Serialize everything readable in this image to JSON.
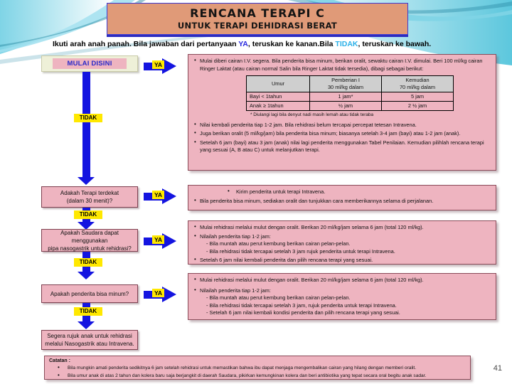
{
  "slide": {
    "title_line1": "RENCANA  TERAPI  C",
    "title_line2": "UNTUK TERAPI DEHIDRASI BERAT",
    "page_number": "41",
    "instruction_pre": "Ikuti arah anah panah. Bila jawaban dari pertanyaan ",
    "instruction_ya": "YA",
    "instruction_mid": ", teruskan ke kanan.Bila ",
    "instruction_tidak": "TIDAK",
    "instruction_post": ", teruskan ke bawah."
  },
  "colors": {
    "banner_bg": "#e09a78",
    "box_pink": "#eeb4c0",
    "arrow_blue": "#1414e0",
    "label_yellow": "#ffe800",
    "accent_ya": "#2a2ae0",
    "accent_tidak": "#2ab0e8",
    "swoosh_cyan": "#5fc8dc"
  },
  "flow": {
    "start_label": "MULAI DISINI",
    "decisions": [
      {
        "line1": "Adakah Terapi terdekat",
        "line2": "(dalam 30 menit)?"
      },
      {
        "line1": "Apakah Saudara dapat menggunakan",
        "line2": "pipa nasogastrik untuk rehidrasi?"
      },
      {
        "line1": "Apakah penderita bisa minum?",
        "line2": ""
      }
    ],
    "terminal": {
      "line1": "Segera rujuk anak untuk rehidrasi",
      "line2": "melalui Nasogastrik atau Intravena."
    },
    "yes_label": "YA",
    "no_label": "TIDAK"
  },
  "boxes": {
    "box1": {
      "intro": "Mulai diberi cairan I.V. segera. Bila penderita bisa minum, berikan oralit, sewaktu cairan I.V. dimulai. Beri 100 ml/kg cairan Ringer Laktat (atau cairan normal Salin bila Ringer Laktat  tidak tersedia), dibagi sebagai berikut:",
      "table": {
        "headers": [
          {
            "top": "Umur",
            "bottom": ""
          },
          {
            "top": "Pemberian I",
            "bottom": "30 ml/kg dalam"
          },
          {
            "top": "Kemudian",
            "bottom": "70 ml/kg dalam"
          }
        ],
        "rows": [
          [
            "Bayi  < 1tahun",
            "1  jam*",
            "5  jam"
          ],
          [
            "Anak  ≥ 1tahun",
            "½  jam",
            "2 ½ jam"
          ]
        ],
        "footnote": "*  Diulangi lagi bila denyut nadi masih lemah atau tidak teraba"
      },
      "bullets": [
        "Nilai kembali penderita tiap 1-2 jam. Bila rehidrasi belum tercapai percepat tetesan Intravena.",
        "Juga berikan oralit (5 ml/kg/jam) bila penderita bisa minum; biasanya setelah 3-4 jam (bayi) atau 1-2 jam (anak).",
        "Setelah 6 jam (bayi) atau 3 jam (anak) nilai lagi penderita menggunakan Tabel Penilaian. Kemudian pilihlah rencana terapi yang sesuai (A, B atau C) untuk melanjutkan  terapi."
      ]
    },
    "box2": {
      "bullets": [
        "Kirim penderita untuk terapi Intravena.",
        "Bila penderita bisa minum, sediakan oralit dan tunjukkan cara memberikannya selama di perjalanan."
      ]
    },
    "box3": {
      "bullets": [
        "Mulai rehidrasi melalui mulut dengan oralit. Berikan 20 ml/kg/jam selama 6 jam (total 120 ml/kg).",
        "Nilailah penderita tiap 1-2 jam:"
      ],
      "sub": [
        "- Bila muntah atau perut kembung berikan cairan pelan-pelan.",
        "- Bila rehidrasi tidak tercapai setelah 3 jam rujuk penderita untuk terapi Intravena."
      ],
      "last": "Setelah 6 jam nilai kembali penderita dan pilih rencana terapi yang sesuai."
    },
    "box4": {
      "bullets": [
        "Mulai rehidrasi melalui mulut dengan oralit. Berikan 20 ml/kg/jam selama 6 jam (total 120 ml/kg).",
        "Nilailah penderita tiap 1-2 jam:"
      ],
      "sub": [
        "- Bila muntah atau perut kembung berikan cairan pelan-pelan.",
        "- Bila rehidrasi tidak tercapai setelah 3 jam, rujuk penderita untuk terapi Intravena.",
        "- Setelah 6 jam nilai kembali kondisi penderita dan pilih rencana terapi yang sesuai."
      ]
    }
  },
  "catatan": {
    "header": "Catatan :",
    "items": [
      "Bila mungkin amati penderita sedikitnya 6 jam setelah rehidrasi untuk memastikan bahwa ibu dapat menjaga mengembalikan cairan yang hilang dengan memberi oralit.",
      "Bila umur anak di atas 2 tahun dan kolera baru saja berjangkit di daerah Saudara, pikirkan kemungkinan kolera dan beri antibiotika yang tepat secara oral begitu anak sadar."
    ]
  }
}
